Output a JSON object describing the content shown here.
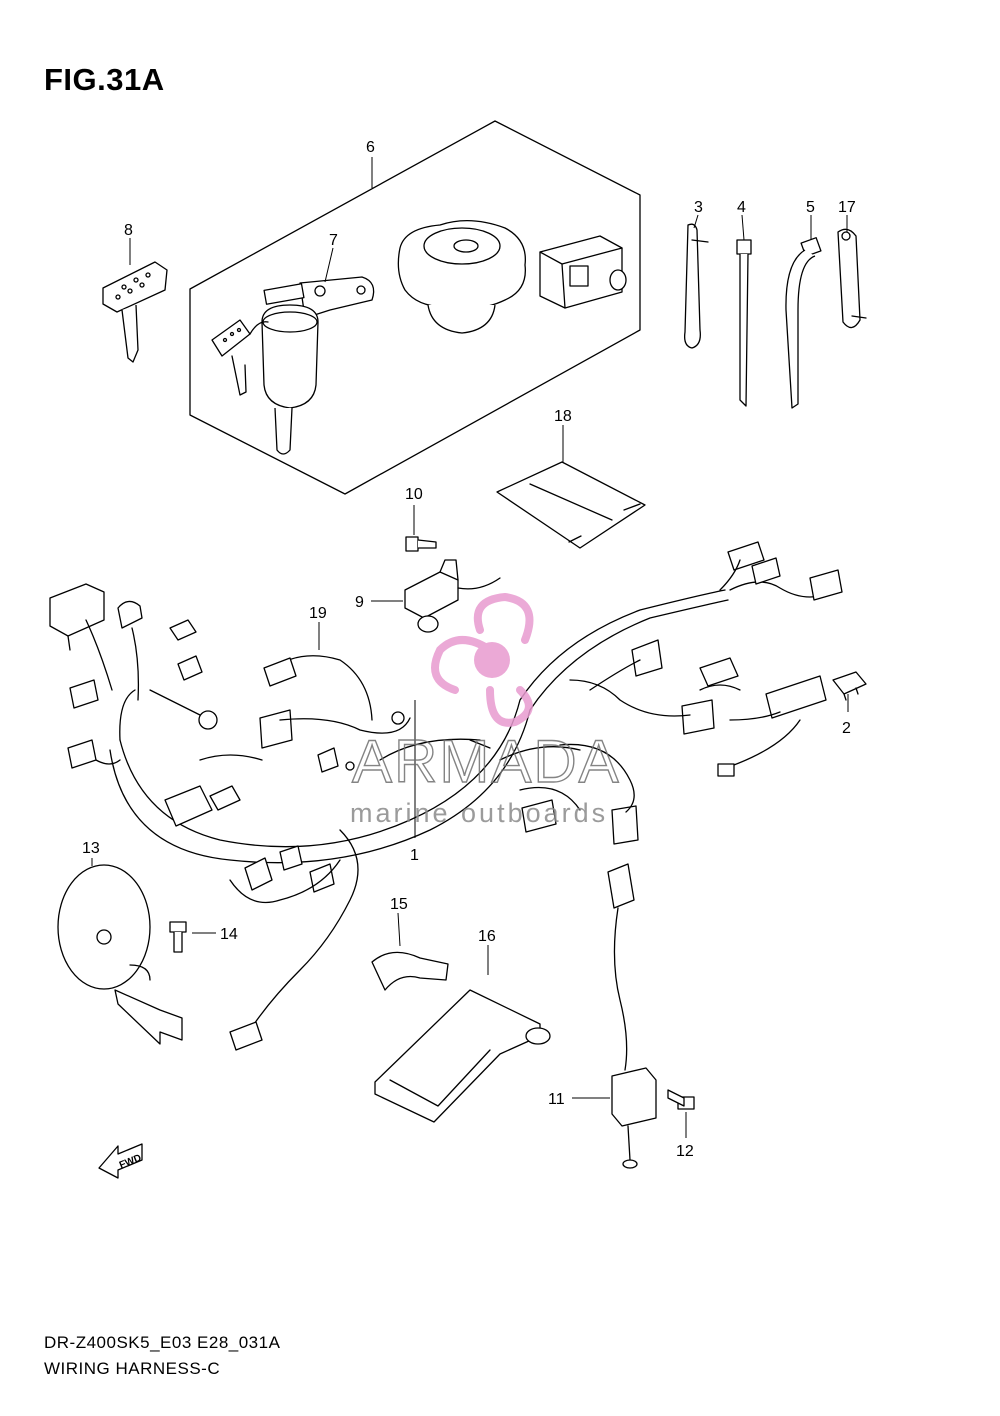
{
  "figure": {
    "title": "FIG.31A",
    "code": "DR-Z400SK5_E03 E28_031A",
    "name": "WIRING HARNESS-C"
  },
  "callouts": [
    "1",
    "2",
    "3",
    "4",
    "5",
    "6",
    "7",
    "8",
    "9",
    "10",
    "11",
    "12",
    "13",
    "14",
    "15",
    "16",
    "17",
    "18",
    "19"
  ],
  "fwd_label": "FWD",
  "watermark": {
    "brand": "ARMADA",
    "tagline": "marine outboards",
    "logo_color": "#e89bd0",
    "text_color": "#6f6f6f"
  },
  "parts": [
    {
      "ref": "1",
      "part": "wiring-harness"
    },
    {
      "ref": "2",
      "part": "fuse"
    },
    {
      "ref": "3",
      "part": "clamp"
    },
    {
      "ref": "4",
      "part": "cable-tie"
    },
    {
      "ref": "5",
      "part": "cable-tie"
    },
    {
      "ref": "6",
      "part": "lock-set"
    },
    {
      "ref": "7",
      "part": "ignition-switch"
    },
    {
      "ref": "8",
      "part": "key"
    },
    {
      "ref": "9",
      "part": "switch"
    },
    {
      "ref": "10",
      "part": "bolt"
    },
    {
      "ref": "11",
      "part": "switch"
    },
    {
      "ref": "12",
      "part": "bolt"
    },
    {
      "ref": "13",
      "part": "horn"
    },
    {
      "ref": "14",
      "part": "bolt"
    },
    {
      "ref": "15",
      "part": "cover"
    },
    {
      "ref": "16",
      "part": "bracket"
    },
    {
      "ref": "17",
      "part": "clamp"
    },
    {
      "ref": "18",
      "part": "label"
    },
    {
      "ref": "19",
      "part": "sub-harness"
    }
  ]
}
